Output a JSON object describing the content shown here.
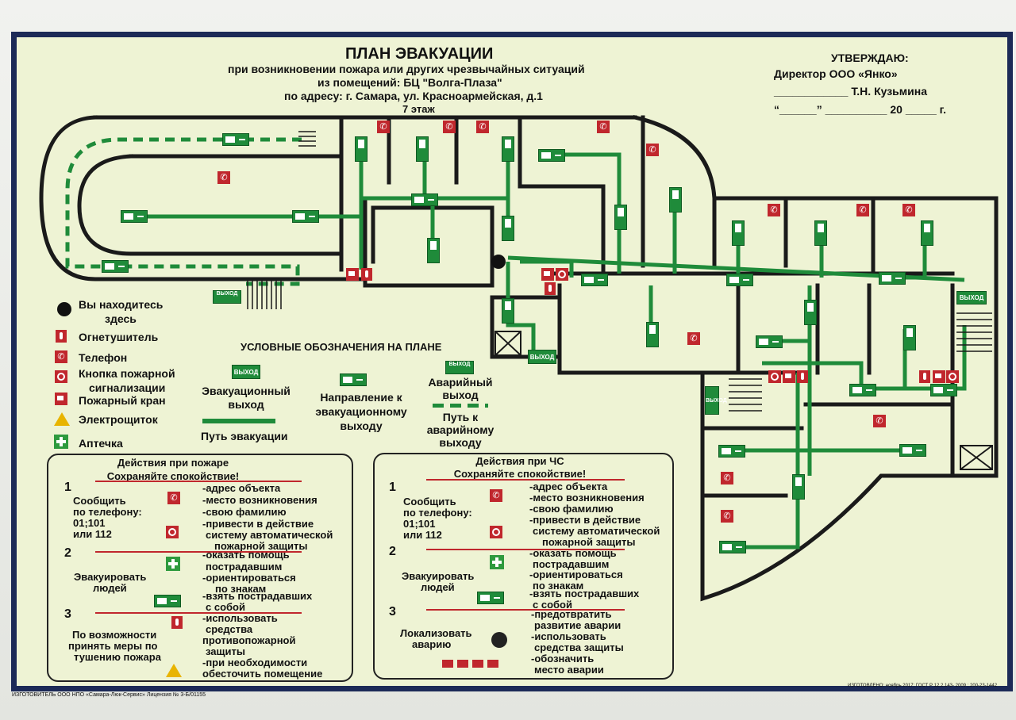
{
  "header": {
    "title": "ПЛАН ЭВАКУАЦИИ",
    "line1": "при возникновении пожара или других чрезвычайных ситуаций",
    "line2": "из помещений: БЦ \"Волга-Плаза\"",
    "line3": "по адресу: г. Самара, ул. Красноармейская, д.1",
    "floor": "7 этаж"
  },
  "approval": {
    "title": "УТВЕРЖДАЮ:",
    "director": "Директор ООО «Янко»",
    "signatory": "____________ Т.Н. Кузьмина",
    "date": "“______” __________ 20 _____ г."
  },
  "legend": {
    "you_are_here": [
      "Вы находитесь",
      "здесь"
    ],
    "items": [
      {
        "icon": "fire-extinguisher-icon",
        "label": "Огнетушитель"
      },
      {
        "icon": "telephone-icon",
        "label": "Телефон"
      },
      {
        "icon": "fire-alarm-button-icon",
        "label": "Кнопка пожарной"
      },
      {
        "icon": "fire-alarm-button-icon",
        "label": "сигнализации"
      },
      {
        "icon": "fire-hydrant-icon",
        "label": "Пожарный кран"
      },
      {
        "icon": "electrical-panel-icon",
        "label": "Электрощиток"
      },
      {
        "icon": "first-aid-kit-icon",
        "label": "Аптечка"
      }
    ],
    "symbols_title": "УСЛОВНЫЕ ОБОЗНАЧЕНИЯ НА ПЛАНЕ",
    "exit_sign": "ВЫХОД",
    "emergency_exit_sign": "ВЫХОД",
    "evac_exit": [
      "Эвакуационный",
      "выход"
    ],
    "evac_path": "Путь эвакуации",
    "direction": [
      "Направление к",
      "эвакуационному",
      "выходу"
    ],
    "emergency_exit": [
      "Аварийный",
      "выход"
    ],
    "emergency_path": [
      "Путь к",
      "аварийному",
      "выходу"
    ]
  },
  "plan_signs": {
    "exit_left": "ВЫХОД",
    "exit_center": "ВЫХОД",
    "exit_right_top": "ВЫХОД",
    "exit_right_mid": "ВЫХОД"
  },
  "fire_panel": {
    "title": "Действия при пожаре",
    "subtitle": "Сохраняйте спокойствие!",
    "s1_num": "1",
    "s1_label": [
      "Сообщить",
      "по телефону:",
      "01;101",
      "или 112"
    ],
    "s1_items": [
      "-адрес объекта",
      "-место возникновения",
      "-свою фамилию",
      "-привести в действие",
      "систему  автоматической",
      "пожарной защиты"
    ],
    "s2_num": "2",
    "s2_label": [
      "Эвакуировать",
      "людей"
    ],
    "s2_items": [
      "-оказать помощь",
      "пострадавшим",
      "-ориентироваться",
      "по знакам",
      "-взять пострадавших",
      "с собой"
    ],
    "s3_num": "3",
    "s3_label": [
      "По возможности",
      "принять меры по",
      "тушению пожара"
    ],
    "s3_items": [
      "-использовать",
      "средства",
      "противопожарной",
      "защиты",
      "-при необходимости",
      "обесточить помещение"
    ]
  },
  "emergency_panel": {
    "title": "Действия при ЧС",
    "subtitle": "Сохраняйте спокойствие!",
    "s1_num": "1",
    "s1_label": [
      "Сообщить",
      "по телефону:",
      "01;101",
      "или 112"
    ],
    "s1_items": [
      "-адрес объекта",
      "-место возникновения",
      "-свою фамилию",
      "-привести в действие",
      "систему автоматической",
      "пожарной защиты"
    ],
    "s2_num": "2",
    "s2_label": [
      "Эвакуировать",
      "людей"
    ],
    "s2_items": [
      "-оказать помощь",
      "пострадавшим",
      "-ориентироваться",
      "по знакам",
      "-взять пострадавших",
      "с собой"
    ],
    "s3_num": "3",
    "s3_label": [
      "Локализовать",
      "аварию"
    ],
    "s3_items": [
      "-предотвратить",
      "развитие аварии",
      "-использовать",
      "средства защиты",
      "-обозначить",
      "место аварии"
    ]
  },
  "footer": {
    "left": "ИЗГОТОВИТЕЛЬ ООО НПО «Самара-Люк-Сервис» Лицензия № 3-Б/01155",
    "right": "ИЗГОТОВЛЕНО: ноябрь 2017; ГОСТ Р 12.2.143- 2009 ; 200-23-1442"
  },
  "colors": {
    "board": "#eef3d4",
    "frame": "#1c2a57",
    "wall": "#1a1a1a",
    "path": "#1f8b3a",
    "symbol_red": "#c0272d"
  }
}
